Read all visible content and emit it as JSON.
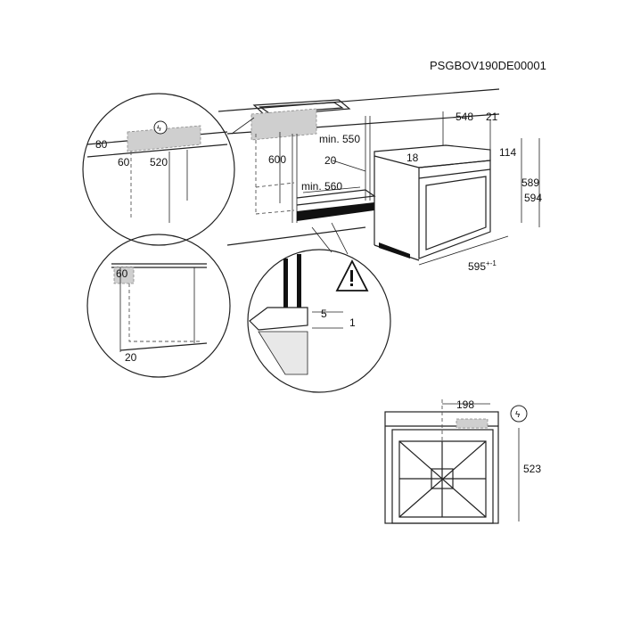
{
  "code": "PSGBOV190DE00001",
  "detail_top_left": {
    "d80": "80",
    "d60": "60",
    "d520": "520"
  },
  "cabinet": {
    "d600": "600",
    "min550": "min. 550",
    "d20": "20",
    "min560": "min. 560"
  },
  "oven": {
    "d548": "548",
    "d21": "21",
    "d18": "18",
    "d114": "114",
    "d589": "589",
    "d594": "594",
    "d595": "595",
    "tol595": "+-1"
  },
  "detail_mid_left": {
    "d60": "60",
    "d20": "20"
  },
  "detail_mid_right": {
    "d5": "5",
    "d1": "1"
  },
  "front_view": {
    "d198": "198",
    "d523": "523"
  },
  "icons": [
    "electric-connection-icon",
    "warning-icon"
  ]
}
